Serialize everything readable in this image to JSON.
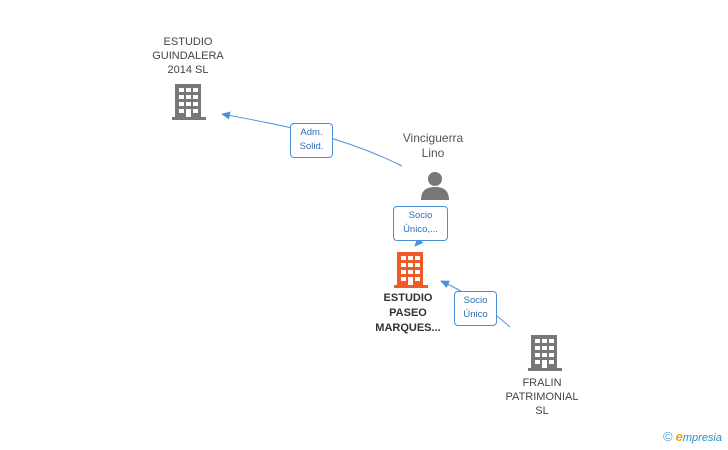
{
  "nodes": {
    "guindalera": {
      "label": "ESTUDIO\nGUINDALERA\n2014  SL",
      "color": "#777777"
    },
    "person": {
      "label": "Vinciguerra\nLino",
      "color": "#777777"
    },
    "main": {
      "label": "ESTUDIO\nPASEO\nMARQUES...",
      "color": "#f05a28"
    },
    "fralin": {
      "label": "FRALIN\nPATRIMONIAL\nSL",
      "color": "#777777"
    }
  },
  "edges": [
    {
      "id": "adm",
      "label": "Adm.\nSolid."
    },
    {
      "id": "socio-unico-1",
      "label": "Socio\nÚnico,..."
    },
    {
      "id": "socio-unico-2",
      "label": "Socio\nÚnico"
    }
  ],
  "colors": {
    "edge": "#4a90d9"
  },
  "footer": {
    "copyright": "©",
    "brand_initial": "e",
    "brand_rest": "mpresia"
  }
}
